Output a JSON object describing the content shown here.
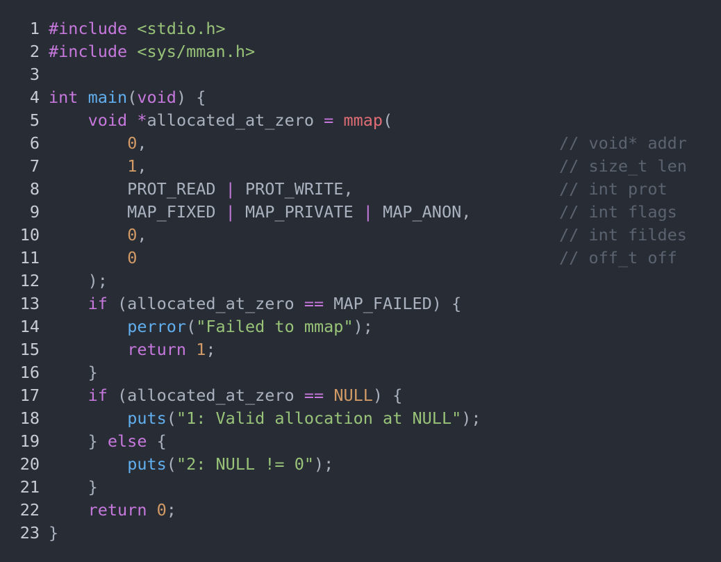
{
  "theme": {
    "background": "#282c34",
    "colors": {
      "plain": "#abb2bf",
      "keyword": "#c678dd",
      "string": "#98c379",
      "function": "#61afef",
      "number": "#d19a66",
      "call": "#e06c75",
      "comment": "#5c6370",
      "line_number": "#c8ccd4"
    }
  },
  "code_lines": [
    {
      "n": "1",
      "tokens": [
        [
          "kw",
          "#include"
        ],
        [
          "plain",
          " "
        ],
        [
          "str",
          "<stdio.h>"
        ]
      ],
      "comment": ""
    },
    {
      "n": "2",
      "tokens": [
        [
          "kw",
          "#include"
        ],
        [
          "plain",
          " "
        ],
        [
          "str",
          "<sys/mman.h>"
        ]
      ],
      "comment": ""
    },
    {
      "n": "3",
      "tokens": [],
      "comment": ""
    },
    {
      "n": "4",
      "tokens": [
        [
          "kw",
          "int"
        ],
        [
          "plain",
          " "
        ],
        [
          "fn",
          "main"
        ],
        [
          "plain",
          "("
        ],
        [
          "kw",
          "void"
        ],
        [
          "plain",
          ") {"
        ]
      ],
      "comment": ""
    },
    {
      "n": "5",
      "tokens": [
        [
          "plain",
          "    "
        ],
        [
          "kw",
          "void"
        ],
        [
          "plain",
          " "
        ],
        [
          "op",
          "*"
        ],
        [
          "plain",
          "allocated_at_zero "
        ],
        [
          "op",
          "="
        ],
        [
          "plain",
          " "
        ],
        [
          "call",
          "mmap"
        ],
        [
          "plain",
          "("
        ]
      ],
      "comment": ""
    },
    {
      "n": "6",
      "tokens": [
        [
          "plain",
          "        "
        ],
        [
          "num",
          "0"
        ],
        [
          "plain",
          ","
        ]
      ],
      "comment": "// void* addr"
    },
    {
      "n": "7",
      "tokens": [
        [
          "plain",
          "        "
        ],
        [
          "num",
          "1"
        ],
        [
          "plain",
          ","
        ]
      ],
      "comment": "// size_t len"
    },
    {
      "n": "8",
      "tokens": [
        [
          "plain",
          "        PROT_READ "
        ],
        [
          "op",
          "|"
        ],
        [
          "plain",
          " PROT_WRITE,"
        ]
      ],
      "comment": "// int prot"
    },
    {
      "n": "9",
      "tokens": [
        [
          "plain",
          "        MAP_FIXED "
        ],
        [
          "op",
          "|"
        ],
        [
          "plain",
          " MAP_PRIVATE "
        ],
        [
          "op",
          "|"
        ],
        [
          "plain",
          " MAP_ANON,"
        ]
      ],
      "comment": "// int flags"
    },
    {
      "n": "10",
      "tokens": [
        [
          "plain",
          "        "
        ],
        [
          "num",
          "0"
        ],
        [
          "plain",
          ","
        ]
      ],
      "comment": "// int fildes"
    },
    {
      "n": "11",
      "tokens": [
        [
          "plain",
          "        "
        ],
        [
          "num",
          "0"
        ]
      ],
      "comment": "// off_t off"
    },
    {
      "n": "12",
      "tokens": [
        [
          "plain",
          "    );"
        ]
      ],
      "comment": ""
    },
    {
      "n": "13",
      "tokens": [
        [
          "plain",
          "    "
        ],
        [
          "kw",
          "if"
        ],
        [
          "plain",
          " (allocated_at_zero "
        ],
        [
          "op",
          "=="
        ],
        [
          "plain",
          " MAP_FAILED) {"
        ]
      ],
      "comment": ""
    },
    {
      "n": "14",
      "tokens": [
        [
          "plain",
          "        "
        ],
        [
          "fn",
          "perror"
        ],
        [
          "plain",
          "("
        ],
        [
          "str",
          "\"Failed to mmap\""
        ],
        [
          "plain",
          ");"
        ]
      ],
      "comment": ""
    },
    {
      "n": "15",
      "tokens": [
        [
          "plain",
          "        "
        ],
        [
          "kw",
          "return"
        ],
        [
          "plain",
          " "
        ],
        [
          "num",
          "1"
        ],
        [
          "plain",
          ";"
        ]
      ],
      "comment": ""
    },
    {
      "n": "16",
      "tokens": [
        [
          "plain",
          "    }"
        ]
      ],
      "comment": ""
    },
    {
      "n": "17",
      "tokens": [
        [
          "plain",
          "    "
        ],
        [
          "kw",
          "if"
        ],
        [
          "plain",
          " (allocated_at_zero "
        ],
        [
          "op",
          "=="
        ],
        [
          "plain",
          " "
        ],
        [
          "const",
          "NULL"
        ],
        [
          "plain",
          ") {"
        ]
      ],
      "comment": ""
    },
    {
      "n": "18",
      "tokens": [
        [
          "plain",
          "        "
        ],
        [
          "fn",
          "puts"
        ],
        [
          "plain",
          "("
        ],
        [
          "str",
          "\"1: Valid allocation at NULL\""
        ],
        [
          "plain",
          ");"
        ]
      ],
      "comment": ""
    },
    {
      "n": "19",
      "tokens": [
        [
          "plain",
          "    } "
        ],
        [
          "kw",
          "else"
        ],
        [
          "plain",
          " {"
        ]
      ],
      "comment": ""
    },
    {
      "n": "20",
      "tokens": [
        [
          "plain",
          "        "
        ],
        [
          "fn",
          "puts"
        ],
        [
          "plain",
          "("
        ],
        [
          "str",
          "\"2: NULL != 0\""
        ],
        [
          "plain",
          ");"
        ]
      ],
      "comment": ""
    },
    {
      "n": "21",
      "tokens": [
        [
          "plain",
          "    }"
        ]
      ],
      "comment": ""
    },
    {
      "n": "22",
      "tokens": [
        [
          "plain",
          "    "
        ],
        [
          "kw",
          "return"
        ],
        [
          "plain",
          " "
        ],
        [
          "num",
          "0"
        ],
        [
          "plain",
          ";"
        ]
      ],
      "comment": ""
    },
    {
      "n": "23",
      "tokens": [
        [
          "plain",
          "}"
        ]
      ],
      "comment": ""
    }
  ]
}
